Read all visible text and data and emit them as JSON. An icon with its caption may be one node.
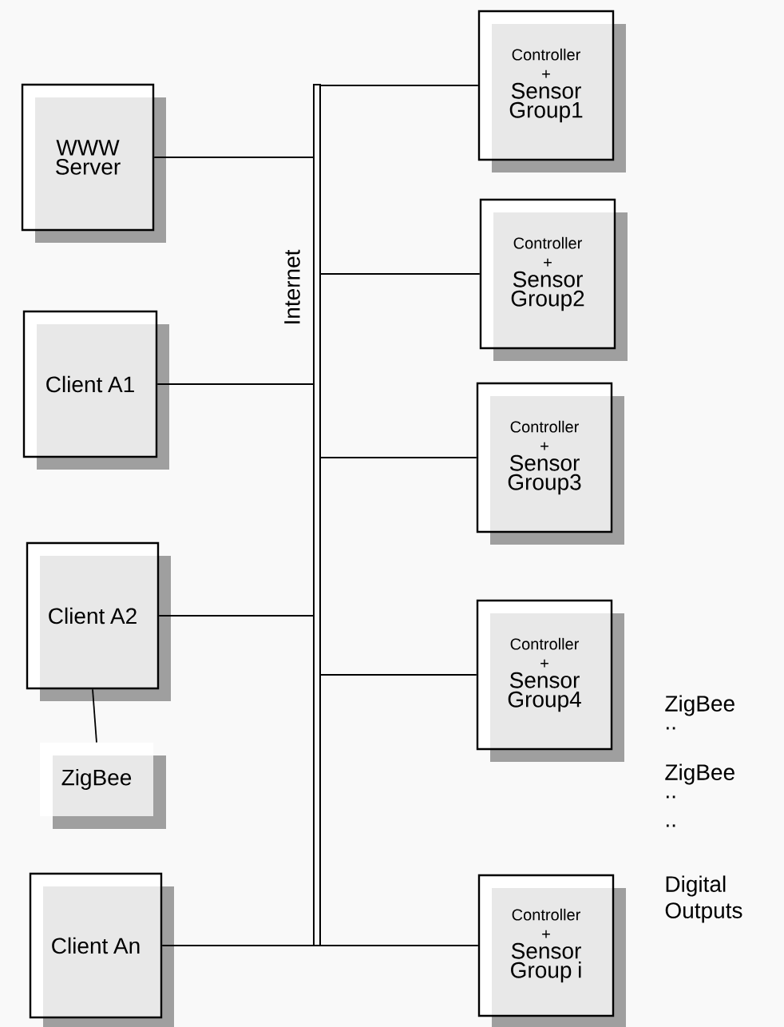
{
  "diagram": {
    "nodes": [
      {
        "text": [
          "Internet"
        ]
      },
      {
        "text": [
          "WWW Server"
        ]
      },
      {
        "text": [
          "Client A1"
        ]
      },
      {
        "text": [
          "Client A2"
        ]
      },
      {
        "text": [
          "ZigBee"
        ]
      },
      {
        "text": [
          "Client An"
        ]
      },
      {
        "text": [
          "Controller",
          "+",
          "Sensor Group1"
        ]
      },
      {
        "text": [
          "Controller",
          "+",
          "Sensor Group2"
        ]
      },
      {
        "text": [
          "Controller",
          "+",
          "Sensor Group3"
        ]
      },
      {
        "text": [
          "Controller",
          "+",
          "Sensor Group4"
        ]
      },
      {
        "text": [
          "Controller",
          "+",
          "Sensor Group i"
        ]
      }
    ],
    "edges": [
      {
        "from": 1,
        "to": 0,
        "arrow": "none"
      },
      {
        "from": 2,
        "to": 0,
        "arrow": "none"
      },
      {
        "from": 3,
        "to": 0,
        "arrow": "none"
      },
      {
        "from": 3,
        "to": 4,
        "arrow": "none"
      },
      {
        "from": 5,
        "to": 0,
        "arrow": "none"
      },
      {
        "from": 0,
        "to": 6,
        "arrow": "none"
      },
      {
        "from": 0,
        "to": 7,
        "arrow": "none"
      },
      {
        "from": 0,
        "to": 8,
        "arrow": "none"
      },
      {
        "from": 0,
        "to": 9,
        "arrow": "none"
      },
      {
        "from": 0,
        "to": 10,
        "arrow": "none"
      }
    ],
    "labels": [
      "ZigBee",
      "..",
      "ZigBee",
      "..",
      "..",
      "Digital Outputs"
    ]
  }
}
